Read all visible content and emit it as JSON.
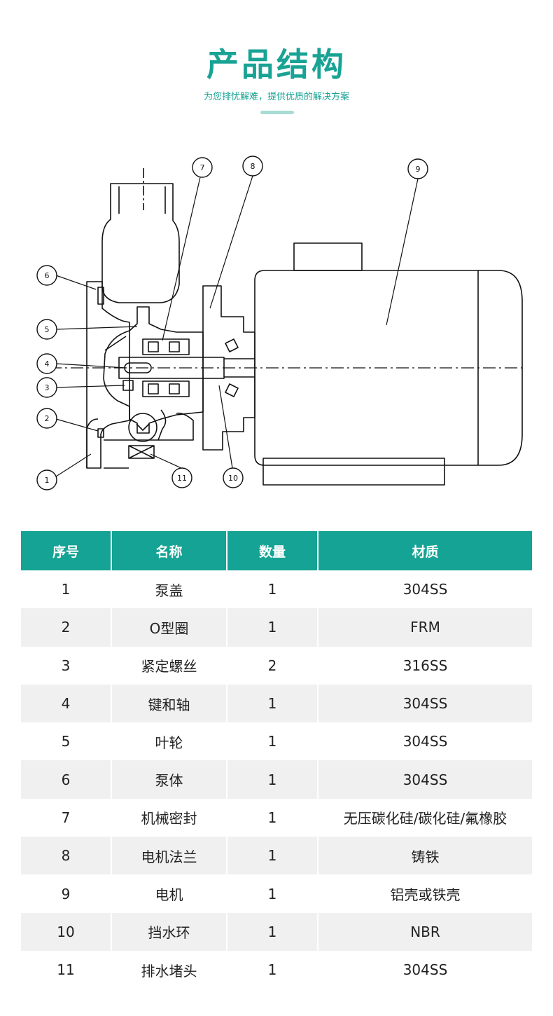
{
  "header": {
    "title": "产品结构",
    "subtitle": "为您排忧解难，提供优质的解决方案",
    "accent_color": "#18a394"
  },
  "diagram": {
    "callouts": [
      "1",
      "2",
      "3",
      "4",
      "5",
      "6",
      "7",
      "8",
      "9",
      "10",
      "11"
    ]
  },
  "table": {
    "header_color": "#14a394",
    "columns": [
      "序号",
      "名称",
      "数量",
      "材质"
    ],
    "rows": [
      [
        "1",
        "泵盖",
        "1",
        "304SS"
      ],
      [
        "2",
        "O型圈",
        "1",
        "FRM"
      ],
      [
        "3",
        "紧定螺丝",
        "2",
        "316SS"
      ],
      [
        "4",
        "键和轴",
        "1",
        "304SS"
      ],
      [
        "5",
        "叶轮",
        "1",
        "304SS"
      ],
      [
        "6",
        "泵体",
        "1",
        "304SS"
      ],
      [
        "7",
        "机械密封",
        "1",
        "无压碳化硅/碳化硅/氟橡胶"
      ],
      [
        "8",
        "电机法兰",
        "1",
        "铸铁"
      ],
      [
        "9",
        "电机",
        "1",
        "铝壳或铁壳"
      ],
      [
        "10",
        "挡水环",
        "1",
        "NBR"
      ],
      [
        "11",
        "排水堵头",
        "1",
        "304SS"
      ]
    ]
  }
}
